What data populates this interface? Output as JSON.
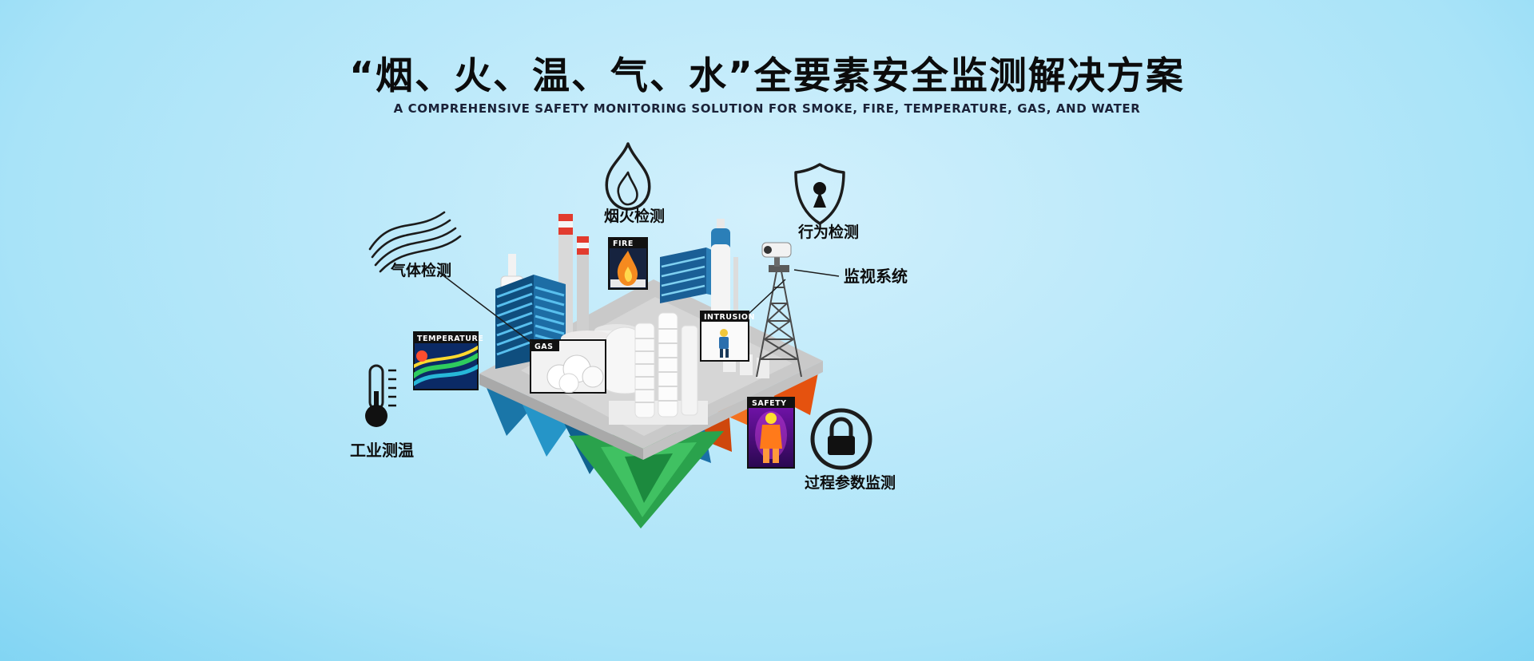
{
  "header": {
    "title": "“烟、火、温、气、水”全要素安全监测解决方案",
    "subtitle": "A COMPREHENSIVE SAFETY MONITORING SOLUTION FOR SMOKE, FIRE, TEMPERATURE, GAS, AND WATER"
  },
  "callouts": {
    "gas_detection": "气体检测",
    "smoke_fire_detection": "烟火检测",
    "behavior_detection": "行为检测",
    "surveillance_system": "监视系统",
    "industrial_temperature": "工业测温",
    "process_parameter_monitoring": "过程参数监测"
  },
  "scene_labels": {
    "temperature": "TEMPERATURE",
    "fire": "FIRE",
    "gas": "GAS",
    "intrusion": "INTRUSION",
    "safety": "SAFETY"
  },
  "colors": {
    "background_center": "#d2f0fc",
    "background_edge": "#2eb1e6",
    "island_top": "#c9c9c9",
    "facet_teal": "#2595c8",
    "facet_green": "#2aa24c",
    "facet_orange": "#e5520f",
    "title_text": "#0c0c0c",
    "tank_ring_yellow": "#e8c21a",
    "flame_orange": "#f58a1f"
  }
}
